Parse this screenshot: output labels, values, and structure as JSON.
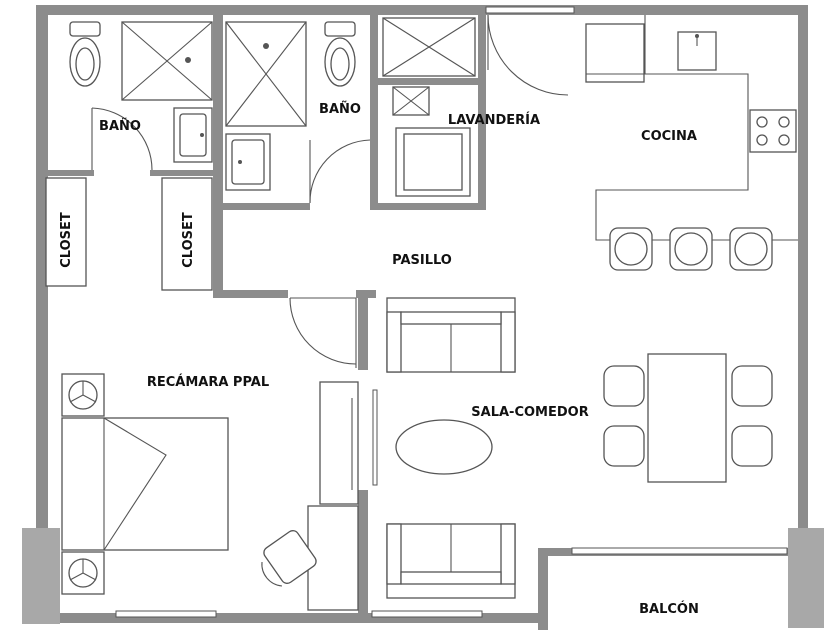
{
  "rooms": {
    "bath_left": "BAÑO",
    "bath_right": "BAÑO",
    "laundry": "LAVANDERÍA",
    "kitchen": "COCINA",
    "closet_left": "CLOSET",
    "closet_right": "CLOSET",
    "hallway": "PASILLO",
    "master_bedroom": "RECÁMARA PPAL",
    "living_dining": "SALA-COMEDOR",
    "balcony": "BALCÓN"
  },
  "colors": {
    "wall": "#8c8c8c",
    "fixture_stroke": "#555555",
    "background": "#ffffff"
  }
}
